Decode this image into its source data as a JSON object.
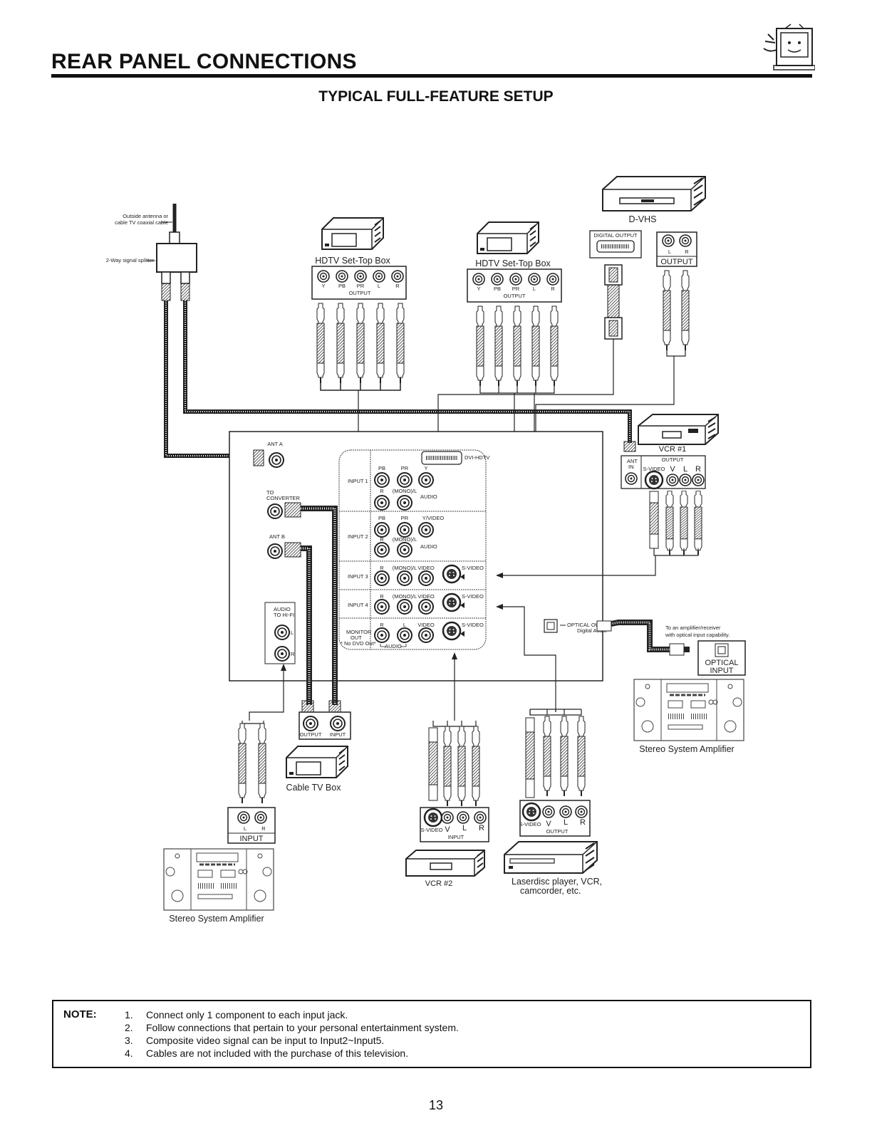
{
  "page": {
    "title": "REAR PANEL CONNECTIONS",
    "subtitle": "TYPICAL FULL-FEATURE SETUP",
    "page_number": "13"
  },
  "labels": {
    "antenna": "Outside antenna or",
    "antenna2": "cable TV coaxial cable",
    "splitter": "2-Way signal splitter",
    "hdtv_box": "HDTV Set-Top Box",
    "output": "OUTPUT",
    "input": "INPUT",
    "dvhs": "D-VHS",
    "digital_output": "DIGITAL OUTPUT",
    "vcr1": "VCR #1",
    "vcr2": "VCR #2",
    "cable_tv_box": "Cable TV Box",
    "stereo_amp": "Stereo System Amplifier",
    "laserdisc": "Laserdisc player, VCR,",
    "laserdisc2": "camcorder, etc.",
    "optical_input": "OPTICAL",
    "optical_input2": "INPUT",
    "optical_out": "OPTICAL OUT",
    "digital_audio": "Digital Audio",
    "amp_receiver": "To an amplifier/receiver",
    "amp_receiver2": "with optical input capability.",
    "ant_a": "ANT A",
    "ant_b": "ANT B",
    "to_converter": "TO",
    "to_converter2": "CONVERTER",
    "audio_hifi": "AUDIO",
    "audio_hifi2": "TO HI-FI",
    "dvi_hdtv": "DVI-HDTV",
    "input1": "INPUT 1",
    "input2": "INPUT 2",
    "input3": "INPUT 3",
    "input4": "INPUT 4",
    "monitor_out": "MONITOR",
    "monitor_out2": "OUT",
    "no_dvd": "* No DVD Out*",
    "audio": "AUDIO",
    "mono": "(MONO)/L",
    "video": "VIDEO",
    "yvideo": "Y/VIDEO",
    "svideo": "S-VIDEO",
    "ant_in": "ANT",
    "ant_in2": "IN",
    "y": "Y",
    "pb": "PB",
    "pr": "PR",
    "l": "L",
    "r": "R",
    "v": "V"
  },
  "note": {
    "heading": "NOTE:",
    "items": [
      {
        "num": "1.",
        "text": "Connect only 1 component to each input jack."
      },
      {
        "num": "2.",
        "text": "Follow connections that pertain to your personal entertainment system."
      },
      {
        "num": "3.",
        "text": "Composite video signal can be input to Input2~Input5."
      },
      {
        "num": "4.",
        "text": "Cables are not included with the purchase of this television."
      }
    ]
  }
}
